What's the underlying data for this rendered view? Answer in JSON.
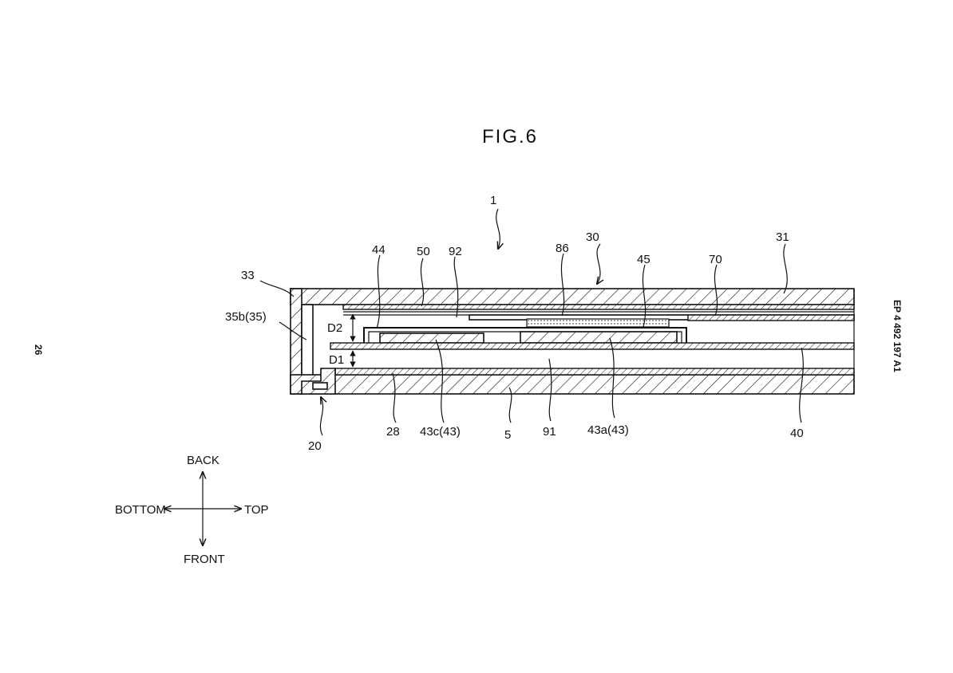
{
  "figure": {
    "title": "FIG.6",
    "page_number": "26",
    "publication_number": "EP 4 492 197 A1"
  },
  "labels": {
    "l1": "1",
    "l30": "30",
    "l31": "31",
    "l33": "33",
    "l35b": "35b(35)",
    "l44": "44",
    "l50": "50",
    "l92": "92",
    "l86": "86",
    "l45": "45",
    "l70": "70",
    "d2": "D2",
    "d1": "D1",
    "l20": "20",
    "l28": "28",
    "l43c": "43c(43)",
    "l5": "5",
    "l91": "91",
    "l43a": "43a(43)",
    "l40": "40"
  },
  "directions": {
    "back": "BACK",
    "front": "FRONT",
    "bottom": "BOTTOM",
    "top": "TOP"
  }
}
